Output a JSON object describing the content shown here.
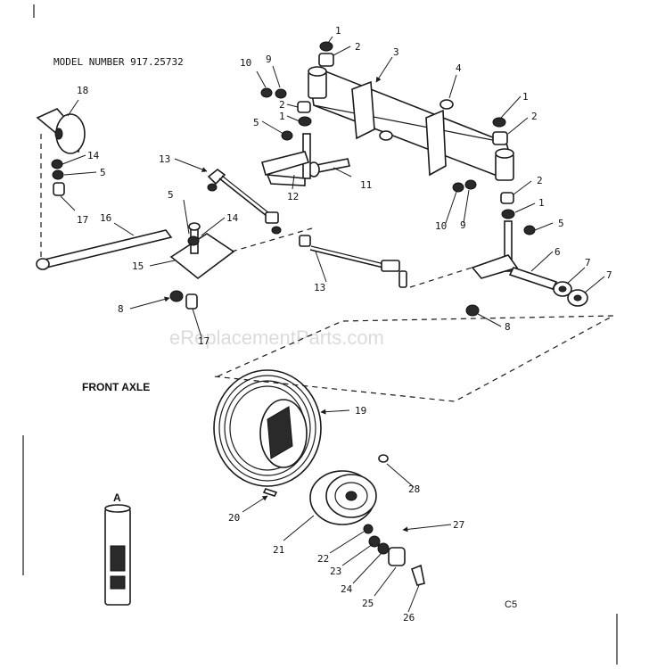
{
  "header": {
    "model_number": "MODEL NUMBER 917.25732"
  },
  "section_title": "FRONT AXLE",
  "corner_code": "C5",
  "watermark": "eReplacementParts.com",
  "tube_label": "A",
  "callouts": [
    "1",
    "2",
    "3",
    "4",
    "1",
    "2",
    "10",
    "9",
    "2",
    "1",
    "5",
    "18",
    "14",
    "5",
    "13",
    "12",
    "11",
    "17",
    "16",
    "5",
    "14",
    "15",
    "2",
    "1",
    "10",
    "9",
    "5",
    "6",
    "7",
    "7",
    "13",
    "8",
    "8",
    "17",
    "19",
    "28",
    "20",
    "27",
    "21",
    "22",
    "23",
    "24",
    "25",
    "26"
  ]
}
